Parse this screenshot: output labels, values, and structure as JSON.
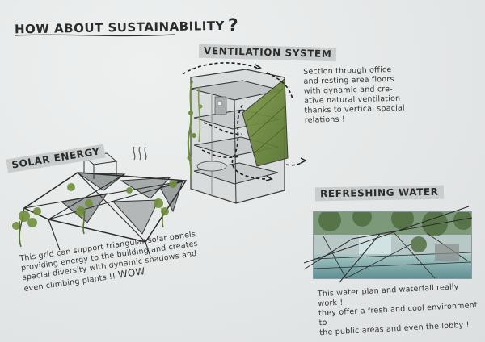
{
  "title": {
    "text": "HOW ABOUT SUSTAINABILITY",
    "mark": "?"
  },
  "sections": {
    "ventilation": {
      "label": "VENTILATION SYSTEM",
      "note": "Section through office\nand resting area floors\nwith dynamic and cre-\native natural ventilation\nthanks to vertical spacial\nrelations !"
    },
    "solar": {
      "label": "SOLAR ENERGY",
      "note": "This grid can support triangular solar panels\nproviding energy to the building and creates\nspacial diversity with dynamic shadows and\neven climbing plants !!",
      "note_end": "WOW"
    },
    "water": {
      "label": "REFRESHING WATER",
      "note": "This water plan and waterfall really work !\nthey offer a fresh and cool environment to\nthe public areas and even the lobby !"
    }
  },
  "colors": {
    "background": "#e7eaea",
    "ink": "#2b2b2b",
    "foliage": "#6f8f3a",
    "water": "#6fa6a6",
    "panel": "#9a9f9f"
  }
}
